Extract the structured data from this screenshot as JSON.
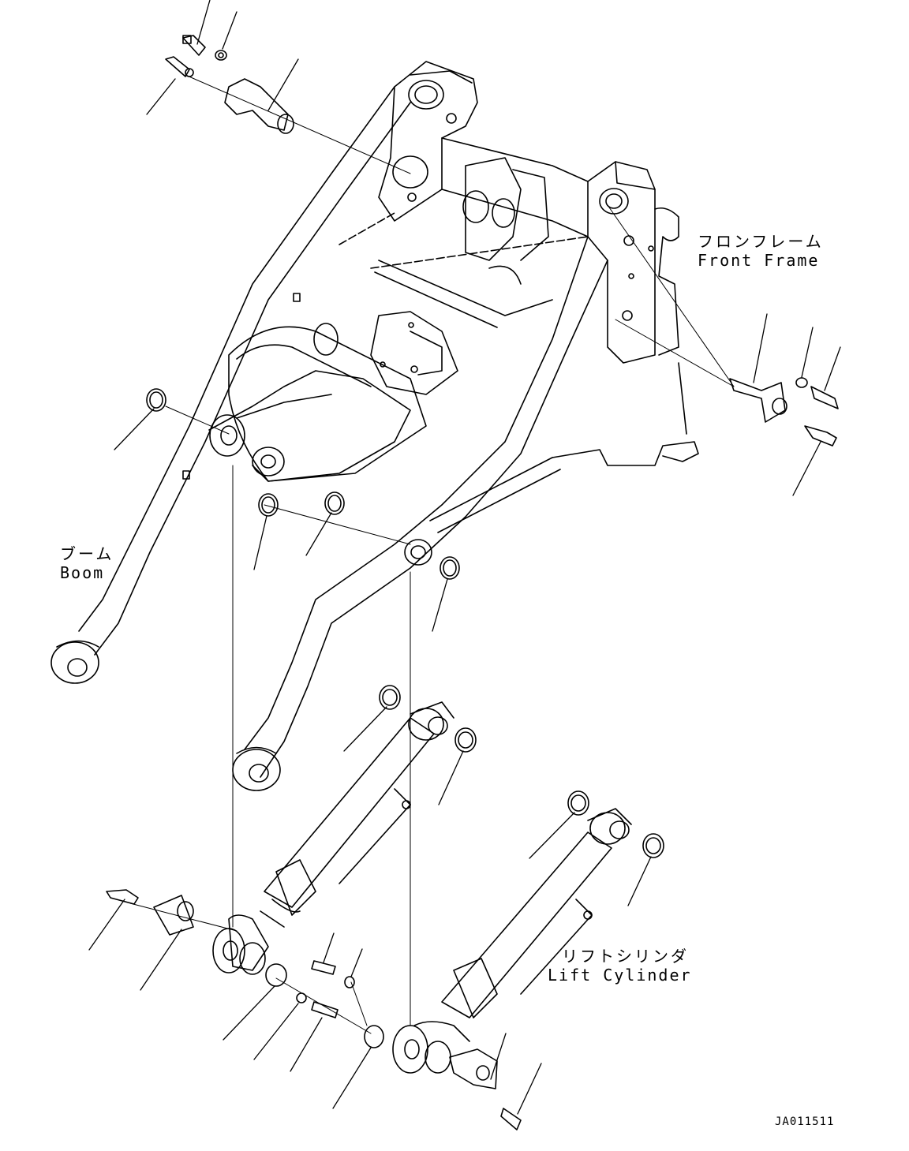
{
  "labels": {
    "front_frame_jp": "フロンフレーム",
    "front_frame_en": "Front Frame",
    "boom_jp": "ブーム",
    "boom_en": "Boom",
    "lift_cylinder_jp": "リフトシリンダ",
    "lift_cylinder_en": "Lift Cylinder",
    "drawing_id": "JA011511"
  },
  "colors": {
    "line": "#000000",
    "background": "#ffffff"
  }
}
